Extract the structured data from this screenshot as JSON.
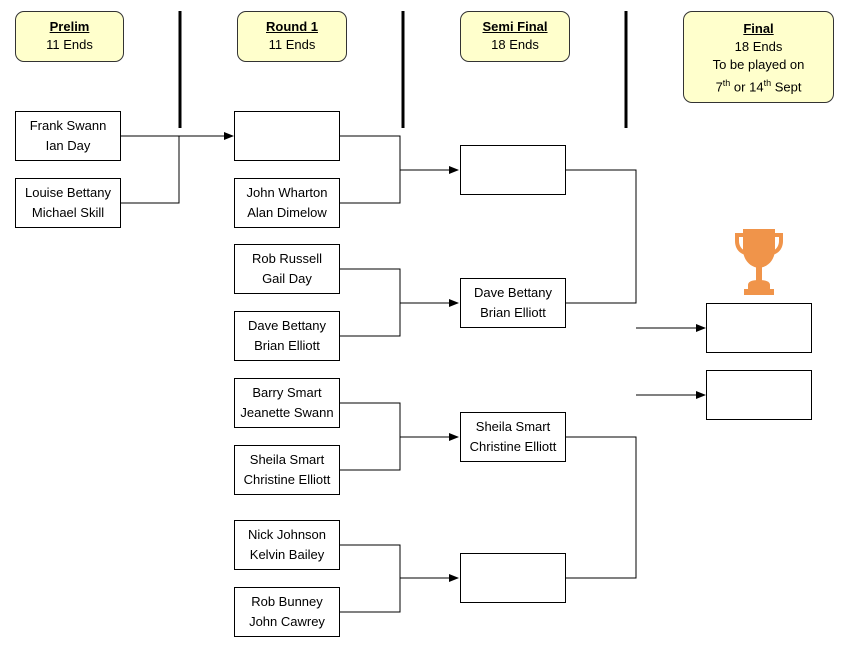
{
  "headers": {
    "prelim": {
      "title": "Prelim",
      "sub": "11 Ends"
    },
    "round1": {
      "title": "Round 1",
      "sub": "11 Ends"
    },
    "semi": {
      "title": "Semi Final",
      "sub": "18 Ends"
    },
    "final": {
      "title": "Final",
      "sub": "18 Ends",
      "line3": "To be played on",
      "date1": "7",
      "sup1": "th",
      "mid": " or 14",
      "sup2": "th",
      "end": " Sept"
    }
  },
  "prelim": [
    {
      "p1": "Frank Swann",
      "p2": "Ian Day"
    },
    {
      "p1": "Louise Bettany",
      "p2": "Michael Skill"
    }
  ],
  "round1": [
    {
      "p1": "",
      "p2": ""
    },
    {
      "p1": "John Wharton",
      "p2": "Alan Dimelow"
    },
    {
      "p1": "Rob Russell",
      "p2": "Gail Day"
    },
    {
      "p1": "Dave Bettany",
      "p2": "Brian Elliott"
    },
    {
      "p1": "Barry Smart",
      "p2": "Jeanette Swann"
    },
    {
      "p1": "Sheila Smart",
      "p2": "Christine Elliott"
    },
    {
      "p1": "Nick Johnson",
      "p2": "Kelvin Bailey"
    },
    {
      "p1": "Rob Bunney",
      "p2": "John Cawrey"
    }
  ],
  "semi": [
    {
      "p1": "",
      "p2": ""
    },
    {
      "p1": "Dave Bettany",
      "p2": "Brian Elliott"
    },
    {
      "p1": "Sheila Smart",
      "p2": "Christine Elliott"
    },
    {
      "p1": "",
      "p2": ""
    }
  ],
  "final": [
    {
      "p1": "",
      "p2": ""
    },
    {
      "p1": "",
      "p2": ""
    }
  ],
  "colors": {
    "trophy": "#f0944a",
    "header_bg": "#ffffcc"
  },
  "icons": {
    "trophy": "trophy-icon"
  }
}
